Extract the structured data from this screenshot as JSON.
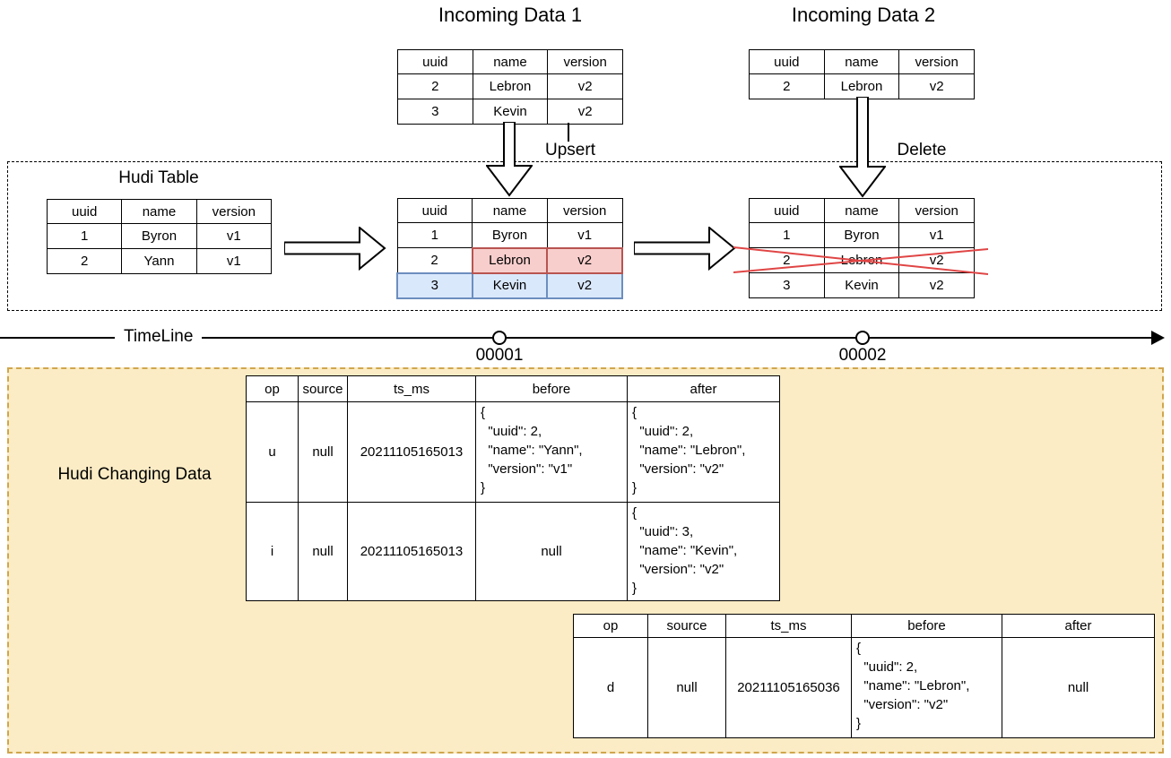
{
  "diagram": {
    "incoming1": {
      "title": "Incoming Data 1",
      "headers": [
        "uuid",
        "name",
        "version"
      ],
      "rows": [
        [
          "2",
          "Lebron",
          "v2"
        ],
        [
          "3",
          "Kevin",
          "v2"
        ]
      ]
    },
    "incoming2": {
      "title": "Incoming Data 2",
      "headers": [
        "uuid",
        "name",
        "version"
      ],
      "rows": [
        [
          "2",
          "Lebron",
          "v2"
        ]
      ]
    },
    "hudi_box_title": "Hudi Table",
    "hudi_before": {
      "headers": [
        "uuid",
        "name",
        "version"
      ],
      "rows": [
        [
          "1",
          "Byron",
          "v1"
        ],
        [
          "2",
          "Yann",
          "v1"
        ]
      ]
    },
    "hudi_upserted": {
      "headers": [
        "uuid",
        "name",
        "version"
      ],
      "rows": [
        [
          "1",
          "Byron",
          "v1"
        ],
        [
          "2",
          "Lebron",
          "v2"
        ],
        [
          "3",
          "Kevin",
          "v2"
        ]
      ],
      "cell_highlights": [
        [
          "",
          "",
          ""
        ],
        [
          "",
          "pink",
          "pink"
        ],
        [
          "blue",
          "blue",
          "blue"
        ]
      ]
    },
    "hudi_deleted": {
      "headers": [
        "uuid",
        "name",
        "version"
      ],
      "rows": [
        [
          "1",
          "Byron",
          "v1"
        ],
        [
          "2",
          "Lebron",
          "v2"
        ],
        [
          "3",
          "Kevin",
          "v2"
        ]
      ],
      "crossed_out_row": 1
    },
    "ops": {
      "upsert": "Upsert",
      "delete": "Delete"
    },
    "timeline": {
      "label": "TimeLine",
      "markers": [
        {
          "id": "00001"
        },
        {
          "id": "00002"
        }
      ]
    },
    "changing": {
      "title": "Hudi Changing Data",
      "headers": [
        "op",
        "source",
        "ts_ms",
        "before",
        "after"
      ],
      "table1": [
        {
          "op": "u",
          "source": "null",
          "ts_ms": "20211105165013",
          "before": "{\n  \"uuid\": 2,\n  \"name\": \"Yann\",\n  \"version\": \"v1\"\n}",
          "after": "{\n  \"uuid\": 2,\n  \"name\": \"Lebron\",\n  \"version\": \"v2\"\n}"
        },
        {
          "op": "i",
          "source": "null",
          "ts_ms": "20211105165013",
          "before": "null",
          "after": "{\n  \"uuid\": 3,\n  \"name\": \"Kevin\",\n  \"version\": \"v2\"\n}"
        }
      ],
      "table2": [
        {
          "op": "d",
          "source": "null",
          "ts_ms": "20211105165036",
          "before": "{\n  \"uuid\": 2,\n  \"name\": \"Lebron\",\n  \"version\": \"v2\"\n}",
          "after": "null"
        }
      ]
    },
    "colors": {
      "pink_fill": "#f8cecc",
      "pink_stroke": "#b85450",
      "blue_fill": "#dae8fc",
      "blue_stroke": "#6c8ebf",
      "yellow_fill": "#fbecc5",
      "yellow_stroke": "#cfa64e",
      "cross_color": "#e04545"
    }
  }
}
